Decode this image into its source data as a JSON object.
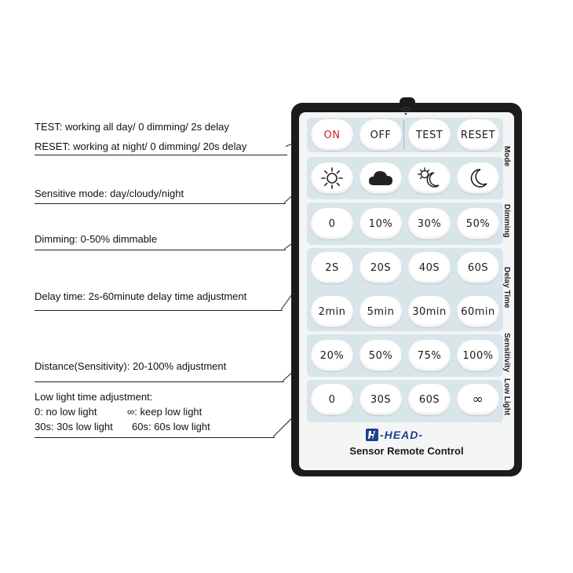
{
  "annotations": {
    "mode_line1": "TEST: working all day/ 0 dimming/ 2s delay",
    "mode_line2": "RESET: working at night/ 0 dimming/ 20s delay",
    "sensitive": "Sensitive mode: day/cloudy/night",
    "dimming": "Dimming:  0-50% dimmable",
    "delay": "Delay time: 2s-60minute delay time adjustment",
    "distance": "Distance(Sensitivity): 20-100% adjustment",
    "lowlight_title": "Low light time adjustment:",
    "lowlight_a": "0: no low light",
    "lowlight_b": "∞: keep low light",
    "lowlight_c": "30s: 30s low light",
    "lowlight_d": "60s: 60s low light"
  },
  "remote": {
    "mode_buttons": [
      "ON",
      "OFF",
      "TEST",
      "RESET"
    ],
    "sensitive_icons": [
      "sun-icon",
      "cloud-icon",
      "sun-moon-icon",
      "moon-icon"
    ],
    "dimming_buttons": [
      "0",
      "10%",
      "30%",
      "50%"
    ],
    "delay_buttons_row1": [
      "2S",
      "20S",
      "40S",
      "60S"
    ],
    "delay_buttons_row2": [
      "2min",
      "5min",
      "30min",
      "60min"
    ],
    "sensitivity_buttons": [
      "20%",
      "50%",
      "75%",
      "100%"
    ],
    "lowlight_buttons": [
      "0",
      "30S",
      "60S",
      "∞"
    ],
    "side_labels": {
      "mode": "Mode",
      "dimming": "Dimming",
      "delay": "Delay Time",
      "sensitivity": "Sensitivity",
      "lowlight": "Low Light"
    },
    "brand": "-HEAD-",
    "subtitle": "Sensor Remote Control"
  },
  "colors": {
    "accent_red": "#c8102e",
    "panel": "#d8e6e9",
    "brand_blue": "#1d3f91"
  }
}
